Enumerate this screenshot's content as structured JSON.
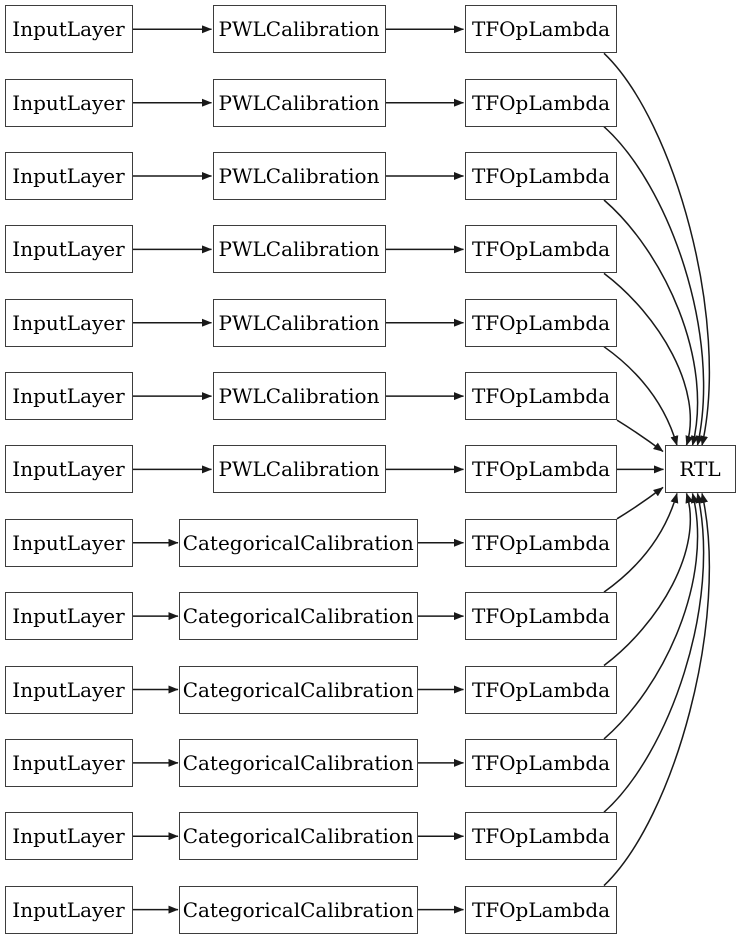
{
  "diagram": {
    "type": "keras-model-graph",
    "rtl": {
      "label": "RTL"
    },
    "rows": [
      {
        "input": "InputLayer",
        "calibration": "PWLCalibration",
        "lambda": "TFOpLambda"
      },
      {
        "input": "InputLayer",
        "calibration": "PWLCalibration",
        "lambda": "TFOpLambda"
      },
      {
        "input": "InputLayer",
        "calibration": "PWLCalibration",
        "lambda": "TFOpLambda"
      },
      {
        "input": "InputLayer",
        "calibration": "PWLCalibration",
        "lambda": "TFOpLambda"
      },
      {
        "input": "InputLayer",
        "calibration": "PWLCalibration",
        "lambda": "TFOpLambda"
      },
      {
        "input": "InputLayer",
        "calibration": "PWLCalibration",
        "lambda": "TFOpLambda"
      },
      {
        "input": "InputLayer",
        "calibration": "PWLCalibration",
        "lambda": "TFOpLambda"
      },
      {
        "input": "InputLayer",
        "calibration": "CategoricalCalibration",
        "lambda": "TFOpLambda"
      },
      {
        "input": "InputLayer",
        "calibration": "CategoricalCalibration",
        "lambda": "TFOpLambda"
      },
      {
        "input": "InputLayer",
        "calibration": "CategoricalCalibration",
        "lambda": "TFOpLambda"
      },
      {
        "input": "InputLayer",
        "calibration": "CategoricalCalibration",
        "lambda": "TFOpLambda"
      },
      {
        "input": "InputLayer",
        "calibration": "CategoricalCalibration",
        "lambda": "TFOpLambda"
      },
      {
        "input": "InputLayer",
        "calibration": "CategoricalCalibration",
        "lambda": "TFOpLambda"
      }
    ]
  },
  "colors": {
    "background": "#ffffff",
    "node_fill": "#ffffff",
    "node_border": "#3d3d3d",
    "edge": "#191919",
    "text": "#000000"
  }
}
